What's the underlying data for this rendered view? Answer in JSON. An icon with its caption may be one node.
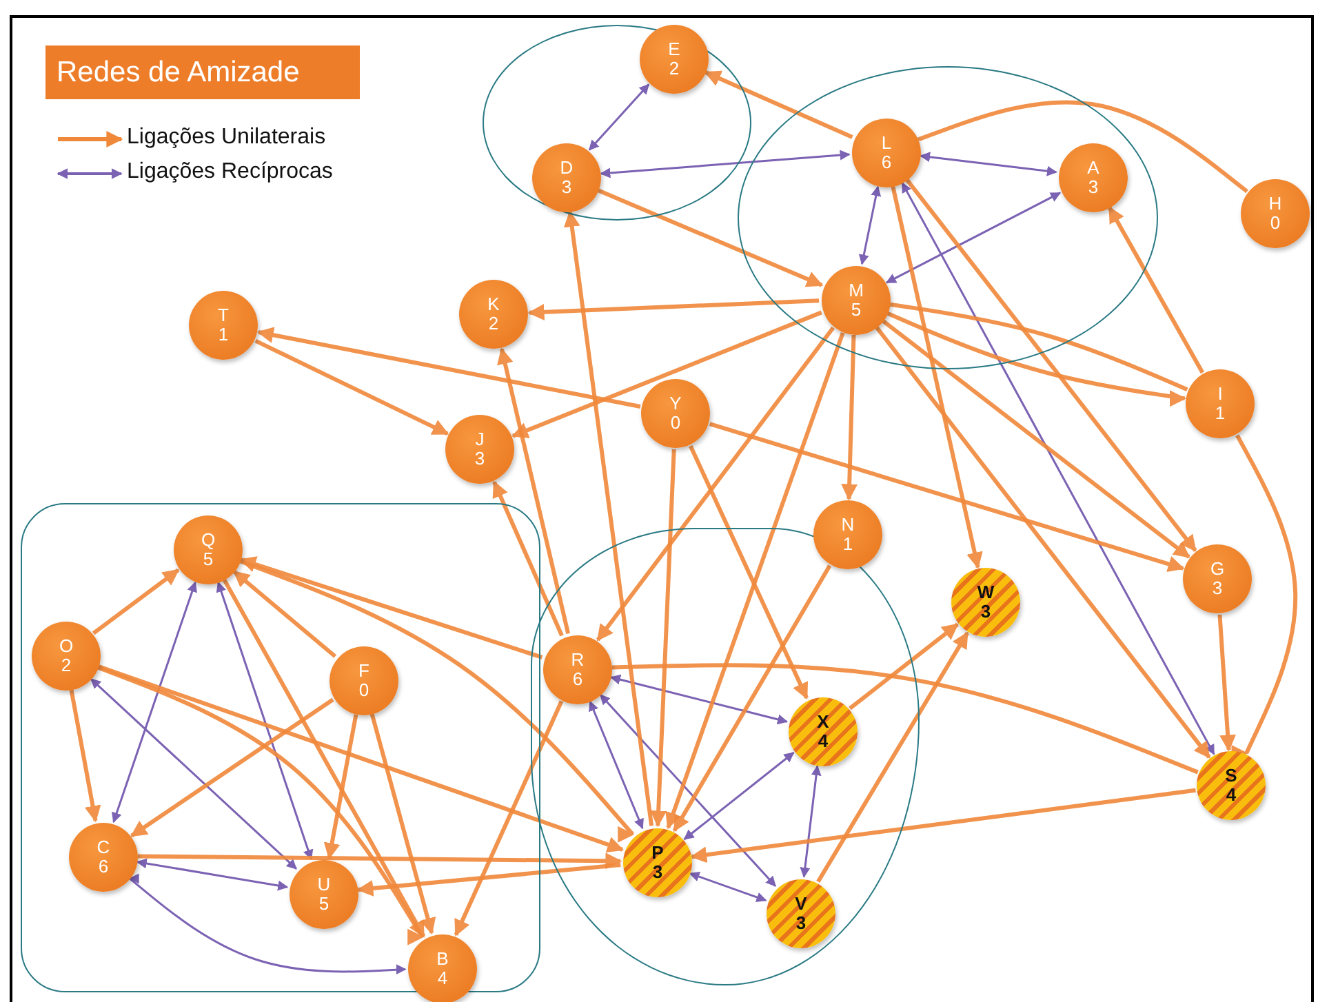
{
  "diagram": {
    "title": "Redes de Amizade",
    "nodes": [
      {
        "text": [],
        "shape": "ellipse"
      },
      {
        "text": [
          "E 2"
        ],
        "in": 0
      },
      {
        "text": [
          "D 3"
        ],
        "in": 0
      },
      {
        "text": [],
        "shape": "ellipse"
      },
      {
        "text": [
          "L 6"
        ],
        "in": 3
      },
      {
        "text": [
          "A 3"
        ],
        "in": 3
      },
      {
        "text": [
          "H 0"
        ]
      },
      {
        "text": [
          "M 5"
        ],
        "in": 3
      },
      {
        "text": [
          "K 2"
        ]
      },
      {
        "text": [
          "T 1"
        ]
      },
      {
        "text": [
          "J 3"
        ]
      },
      {
        "text": [
          "Y 0"
        ]
      },
      {
        "text": [
          "I 1"
        ]
      },
      {
        "text": [],
        "shape": "box"
      },
      {
        "text": [
          "Q 5"
        ],
        "in": 13
      },
      {
        "text": [
          "O 2"
        ],
        "in": 13
      },
      {
        "text": [
          "F 0"
        ],
        "in": 13
      },
      {
        "text": [
          "C 6"
        ],
        "in": 13
      },
      {
        "text": [
          "U 5"
        ],
        "in": 13
      },
      {
        "text": [
          "B 4"
        ],
        "in": 13
      },
      {
        "text": [],
        "shape": "ellipse"
      },
      {
        "text": [
          "R 6"
        ],
        "in": 20
      },
      {
        "text": [
          "X 4"
        ],
        "in": 20
      },
      {
        "text": [
          "P 3"
        ],
        "in": 20
      },
      {
        "text": [
          "V 3"
        ],
        "in": 20
      },
      {
        "text": [
          "N 1"
        ]
      },
      {
        "text": [
          "W 3"
        ]
      },
      {
        "text": [
          "G 3"
        ]
      },
      {
        "text": [
          "S 4"
        ]
      }
    ],
    "edges": [
      {
        "from": 1,
        "to": 2,
        "arrow": "both",
        "color": "#7b62b3"
      },
      {
        "from": 2,
        "to": 4,
        "arrow": "both",
        "color": "#7b62b3"
      },
      {
        "from": 4,
        "to": 7,
        "arrow": "both",
        "color": "#7b62b3"
      },
      {
        "from": 4,
        "to": 5,
        "arrow": "both",
        "color": "#7b62b3"
      },
      {
        "from": 5,
        "to": 7,
        "arrow": "both",
        "color": "#7b62b3"
      },
      {
        "from": 4,
        "to": 28,
        "arrow": "both",
        "color": "#7b62b3"
      },
      {
        "from": 14,
        "to": 17,
        "arrow": "both",
        "color": "#7b62b3"
      },
      {
        "from": 14,
        "to": 18,
        "arrow": "both",
        "color": "#7b62b3"
      },
      {
        "from": 15,
        "to": 18,
        "arrow": "both",
        "color": "#7b62b3"
      },
      {
        "from": 17,
        "to": 18,
        "arrow": "both",
        "color": "#7b62b3"
      },
      {
        "from": 17,
        "to": 19,
        "arrow": "both",
        "color": "#7b62b3"
      },
      {
        "from": 21,
        "to": 23,
        "arrow": "both",
        "color": "#7b62b3"
      },
      {
        "from": 21,
        "to": 22,
        "arrow": "both",
        "color": "#7b62b3"
      },
      {
        "from": 21,
        "to": 24,
        "arrow": "both",
        "color": "#7b62b3"
      },
      {
        "from": 23,
        "to": 22,
        "arrow": "both",
        "color": "#7b62b3"
      },
      {
        "from": 23,
        "to": 24,
        "arrow": "both",
        "color": "#7b62b3"
      },
      {
        "from": 22,
        "to": 24,
        "arrow": "both",
        "color": "#7b62b3"
      },
      {
        "from": 4,
        "to": 1,
        "arrow": "to"
      },
      {
        "from": 6,
        "to": 4,
        "arrow": "to"
      },
      {
        "from": 2,
        "to": 7,
        "arrow": "to"
      },
      {
        "from": 7,
        "to": 8,
        "arrow": "to"
      },
      {
        "from": 7,
        "to": 10,
        "arrow": "to"
      },
      {
        "from": 11,
        "to": 9,
        "arrow": "to"
      },
      {
        "from": 9,
        "to": 10,
        "arrow": "to"
      },
      {
        "from": 21,
        "to": 8,
        "arrow": "to"
      },
      {
        "from": 23,
        "to": 2,
        "arrow": "to"
      },
      {
        "from": 21,
        "to": 10,
        "arrow": "to"
      },
      {
        "from": 7,
        "to": 21,
        "arrow": "to"
      },
      {
        "from": 7,
        "to": 23,
        "arrow": "to"
      },
      {
        "from": 7,
        "to": 25,
        "arrow": "to"
      },
      {
        "from": 7,
        "to": 12,
        "arrow": "to"
      },
      {
        "from": 7,
        "to": 27,
        "arrow": "to"
      },
      {
        "from": 7,
        "to": 28,
        "arrow": "to"
      },
      {
        "from": 4,
        "to": 26,
        "arrow": "to"
      },
      {
        "from": 4,
        "to": 27,
        "arrow": "to"
      },
      {
        "from": 12,
        "to": 5,
        "arrow": "to"
      },
      {
        "from": 12,
        "to": 7,
        "arrow": "to"
      },
      {
        "from": 12,
        "to": 28,
        "arrow": "to"
      },
      {
        "from": 11,
        "to": 27,
        "arrow": "to"
      },
      {
        "from": 11,
        "to": 22,
        "arrow": "to"
      },
      {
        "from": 11,
        "to": 23,
        "arrow": "to"
      },
      {
        "from": 25,
        "to": 23,
        "arrow": "to"
      },
      {
        "from": 22,
        "to": 26,
        "arrow": "to"
      },
      {
        "from": 24,
        "to": 26,
        "arrow": "to"
      },
      {
        "from": 28,
        "to": 23,
        "arrow": "to"
      },
      {
        "from": 28,
        "to": 21,
        "arrow": "to"
      },
      {
        "from": 21,
        "to": 14,
        "arrow": "to"
      },
      {
        "from": 14,
        "to": 23,
        "arrow": "to"
      },
      {
        "from": 15,
        "to": 14,
        "arrow": "to"
      },
      {
        "from": 15,
        "to": 17,
        "arrow": "to"
      },
      {
        "from": 15,
        "to": 23,
        "arrow": "to"
      },
      {
        "from": 15,
        "to": 19,
        "arrow": "to"
      },
      {
        "from": 16,
        "to": 14,
        "arrow": "to"
      },
      {
        "from": 16,
        "to": 17,
        "arrow": "to"
      },
      {
        "from": 16,
        "to": 18,
        "arrow": "to"
      },
      {
        "from": 16,
        "to": 19,
        "arrow": "to"
      },
      {
        "from": 23,
        "to": 18,
        "arrow": "to"
      },
      {
        "from": 17,
        "to": 23,
        "arrow": "to"
      },
      {
        "from": 21,
        "to": 19,
        "arrow": "to"
      },
      {
        "from": 14,
        "to": 19,
        "arrow": "to"
      },
      {
        "from": 27,
        "to": 28,
        "arrow": "to"
      }
    ],
    "legend": [
      {
        "text": "Ligações Unilaterais"
      },
      {
        "text": "Ligações Recíprocas"
      }
    ]
  }
}
